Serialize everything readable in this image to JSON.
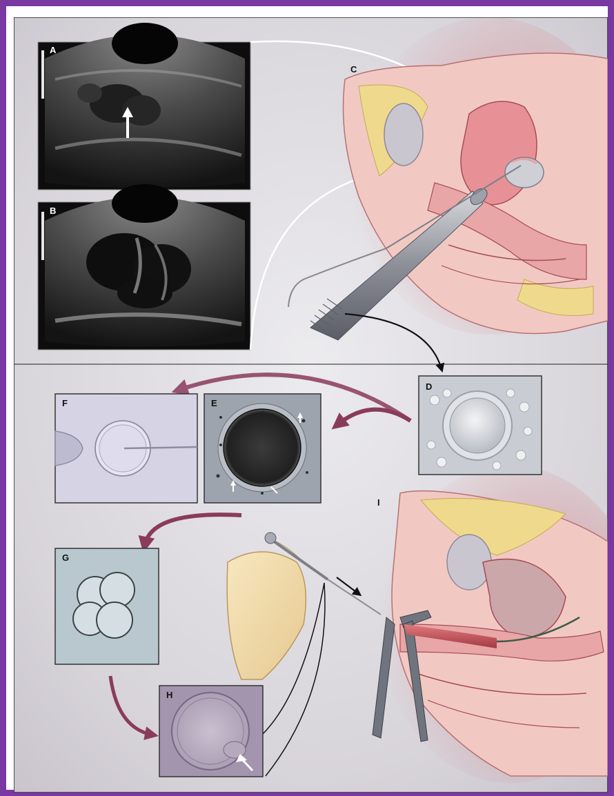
{
  "figure": {
    "panels": [
      {
        "id": "a",
        "label": "A"
      },
      {
        "id": "b",
        "label": "B"
      },
      {
        "id": "c",
        "label": "C"
      },
      {
        "id": "d",
        "label": "D"
      },
      {
        "id": "e",
        "label": "E"
      },
      {
        "id": "f",
        "label": "F"
      },
      {
        "id": "g",
        "label": "G"
      },
      {
        "id": "h",
        "label": "H"
      },
      {
        "id": "i",
        "label": "I"
      }
    ],
    "colors": {
      "frame": "#7a38a3",
      "background": "#dcd9de",
      "arrow_purple": "#8a3b5c",
      "tissue_pink": "#e8a6a6",
      "fat_yellow": "#efd98c"
    }
  }
}
